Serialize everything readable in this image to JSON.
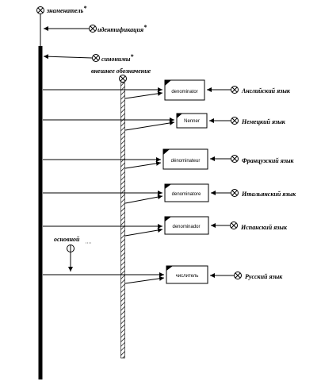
{
  "head": {
    "label": "знаменатель",
    "mark": "*"
  },
  "identification": {
    "label": "идентификация",
    "mark": "*"
  },
  "synonyms": {
    "label": "синонимы",
    "mark": "*"
  },
  "external_designation": {
    "label": "внешнее обозначение"
  },
  "main_marker": {
    "label": "основной"
  },
  "rows": [
    {
      "word": "denominator",
      "language": "Английский язык"
    },
    {
      "word": "Nenner",
      "language": "Немецкий язык"
    },
    {
      "word": "dénominateur",
      "language": "Французский язык"
    },
    {
      "word": "denominatore",
      "language": "Итальянский язык"
    },
    {
      "word": "denominador",
      "language": "Испанский язык"
    },
    {
      "word": "числитель",
      "language": "Русский язык"
    }
  ]
}
